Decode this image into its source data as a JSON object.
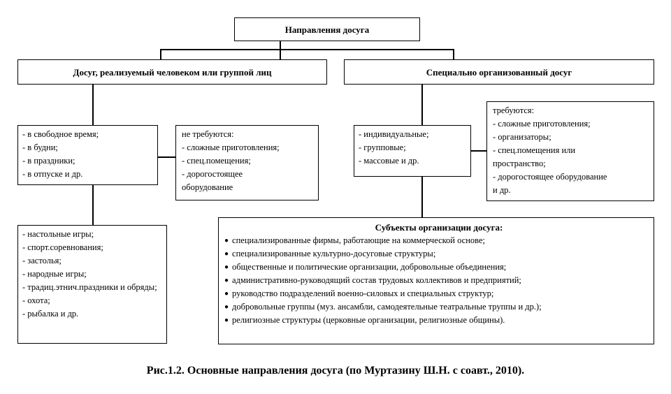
{
  "root": {
    "label": "Направления  досуга"
  },
  "left_branch": {
    "label": "Досуг, реализуемый человеком или группой лиц"
  },
  "right_branch": {
    "label": "Специально организованный досуг"
  },
  "time_box": {
    "items": [
      "- в свободное время;",
      "- в будни;",
      "- в праздники;",
      "- в отпуске и др."
    ]
  },
  "not_required_box": {
    "items": [
      "не требуются:",
      "- сложные приготовления;",
      "- спец.помещения;",
      "- дорогостоящее",
      "оборудование"
    ]
  },
  "forms_box": {
    "items": [
      "- индивидуальные;",
      "- групповые;",
      "- массовые и др."
    ]
  },
  "required_box": {
    "items": [
      "требуются:",
      "- сложные приготовления;",
      "- организаторы;",
      "- спец.помещения или",
      "пространство;",
      "- дорогостоящее  оборудование",
      "и др."
    ]
  },
  "activities_box": {
    "items": [
      "- настольные игры;",
      "- спорт.соревнования;",
      "- застолья;",
      "- народные игры;",
      "- традиц.этнич.праздники и обряды;",
      "- охота;",
      "- рыбалка и др."
    ]
  },
  "subjects_box": {
    "heading": "Субъекты организации досуга:",
    "bullet": "●",
    "items": [
      "специализированные фирмы, работающие на коммерческой основе;",
      "специализированные культурно-досуговые структуры;",
      "общественные и политические организации, добровольные объединения;",
      "административно-руководящий состав трудовых коллективов и предприятий;",
      "руководство подразделений военно-силовых и специальных структур;",
      "добровольные группы (муз.  ансамбли, самодеятельные театральные труппы и др.);",
      "религиозные структуры  (церковные организации, религиозные общины)."
    ]
  },
  "caption": "Рис.1.2. Основные направления досуга (по Муртазину Ш.Н. с соавт., 2010)."
}
